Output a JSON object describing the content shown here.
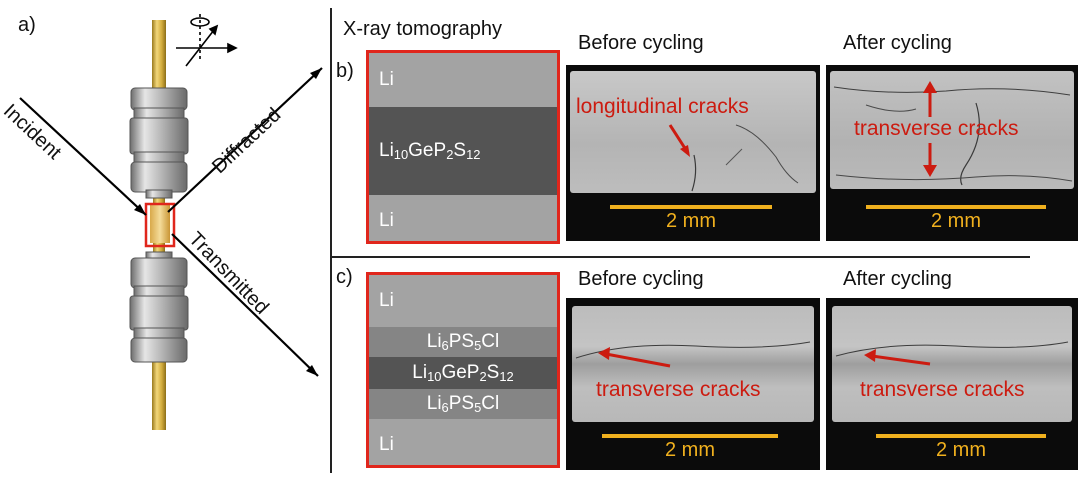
{
  "panel_labels": {
    "a": "a)",
    "b": "b)",
    "c": "c)"
  },
  "beam_labels": {
    "incident": "Incident",
    "diffracted": "Diffracted",
    "transmitted": "Transmitted"
  },
  "xray_title": "X-ray tomography",
  "row_b": {
    "before_title": "Before cycling",
    "after_title": "After cycling",
    "layers": {
      "top": "Li",
      "bottom": "Li"
    },
    "before_annotation": "longitudinal  cracks",
    "after_annotation": "transverse cracks",
    "scale_label": "2 mm"
  },
  "row_c": {
    "before_title": "Before cycling",
    "after_title": "After cycling",
    "layers": {
      "top": "Li",
      "bottom": "Li"
    },
    "before_annotation": "transverse cracks",
    "after_annotation": "transverse cracks",
    "scale_label": "2 mm"
  },
  "colors": {
    "highlight_red": "#e0261c",
    "annotation_red": "#cc1b10",
    "scale_orange": "#f0b01e",
    "li_layer": "#a3a3a3",
    "lgps_layer": "#545454",
    "lpsc_layer": "#858585",
    "rod_gold": "#d9b44a"
  }
}
